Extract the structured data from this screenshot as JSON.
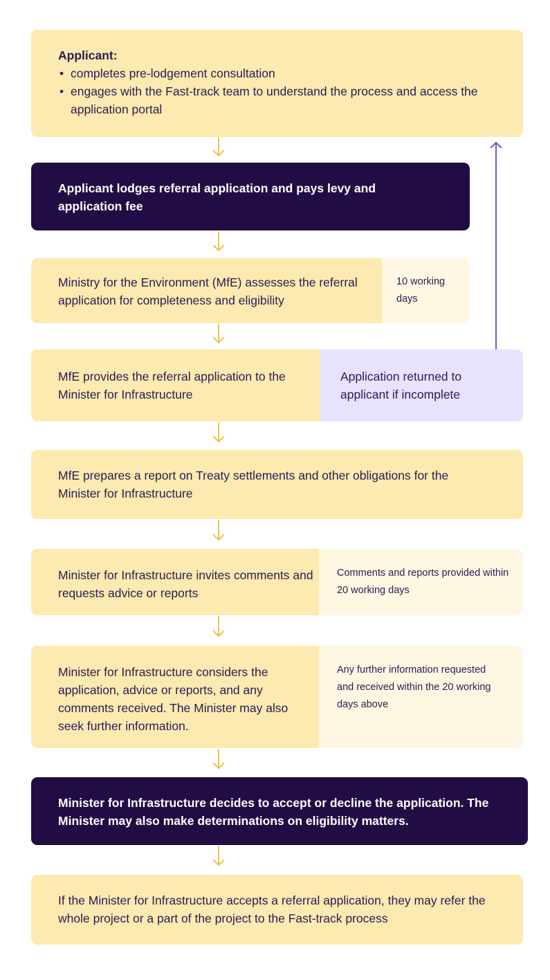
{
  "steps": [
    {
      "heading": "Applicant:",
      "bullets": [
        "completes pre-lodgement consultation",
        "engages with the Fast-track team to understand the process and access the application portal"
      ]
    },
    {
      "text": "Applicant lodges referral application and pays levy and application fee"
    },
    {
      "text": "Ministry for the Environment (MfE) assesses the referral application for completeness and eligibility",
      "note": "10 working days"
    },
    {
      "text": "MfE provides the referral application to the Minister for Infrastructure",
      "side": "Application returned to applicant if incomplete"
    },
    {
      "text": "MfE prepares a report on Treaty settlements and other obligations for the Minister for Infrastructure"
    },
    {
      "text": "Minister for Infrastructure invites comments and requests advice or reports",
      "note": "Comments and reports provided within 20 working days"
    },
    {
      "text": "Minister for Infrastructure considers the application, advice or reports, and any comments received. The Minister may also seek further information.",
      "note": "Any further information requested and received within the 20 working days above"
    },
    {
      "text": "Minister for Infrastructure decides to accept or decline the application. The Minister may also make determinations on eligibility matters."
    },
    {
      "text": "If the Minister for Infrastructure accepts a referral application, they may refer the whole project or a part of the project to the Fast-track process"
    }
  ],
  "colors": {
    "yellow": "#fdeab0",
    "light_yellow": "#fef7e1",
    "lavender": "#e9e2fd",
    "dark_purple": "#220c44",
    "text": "#2b1a55",
    "arrow_down": "#e9c44a",
    "arrow_return": "#7c52d0"
  },
  "icons": [
    "arrow-down-icon",
    "arrow-up-icon"
  ]
}
